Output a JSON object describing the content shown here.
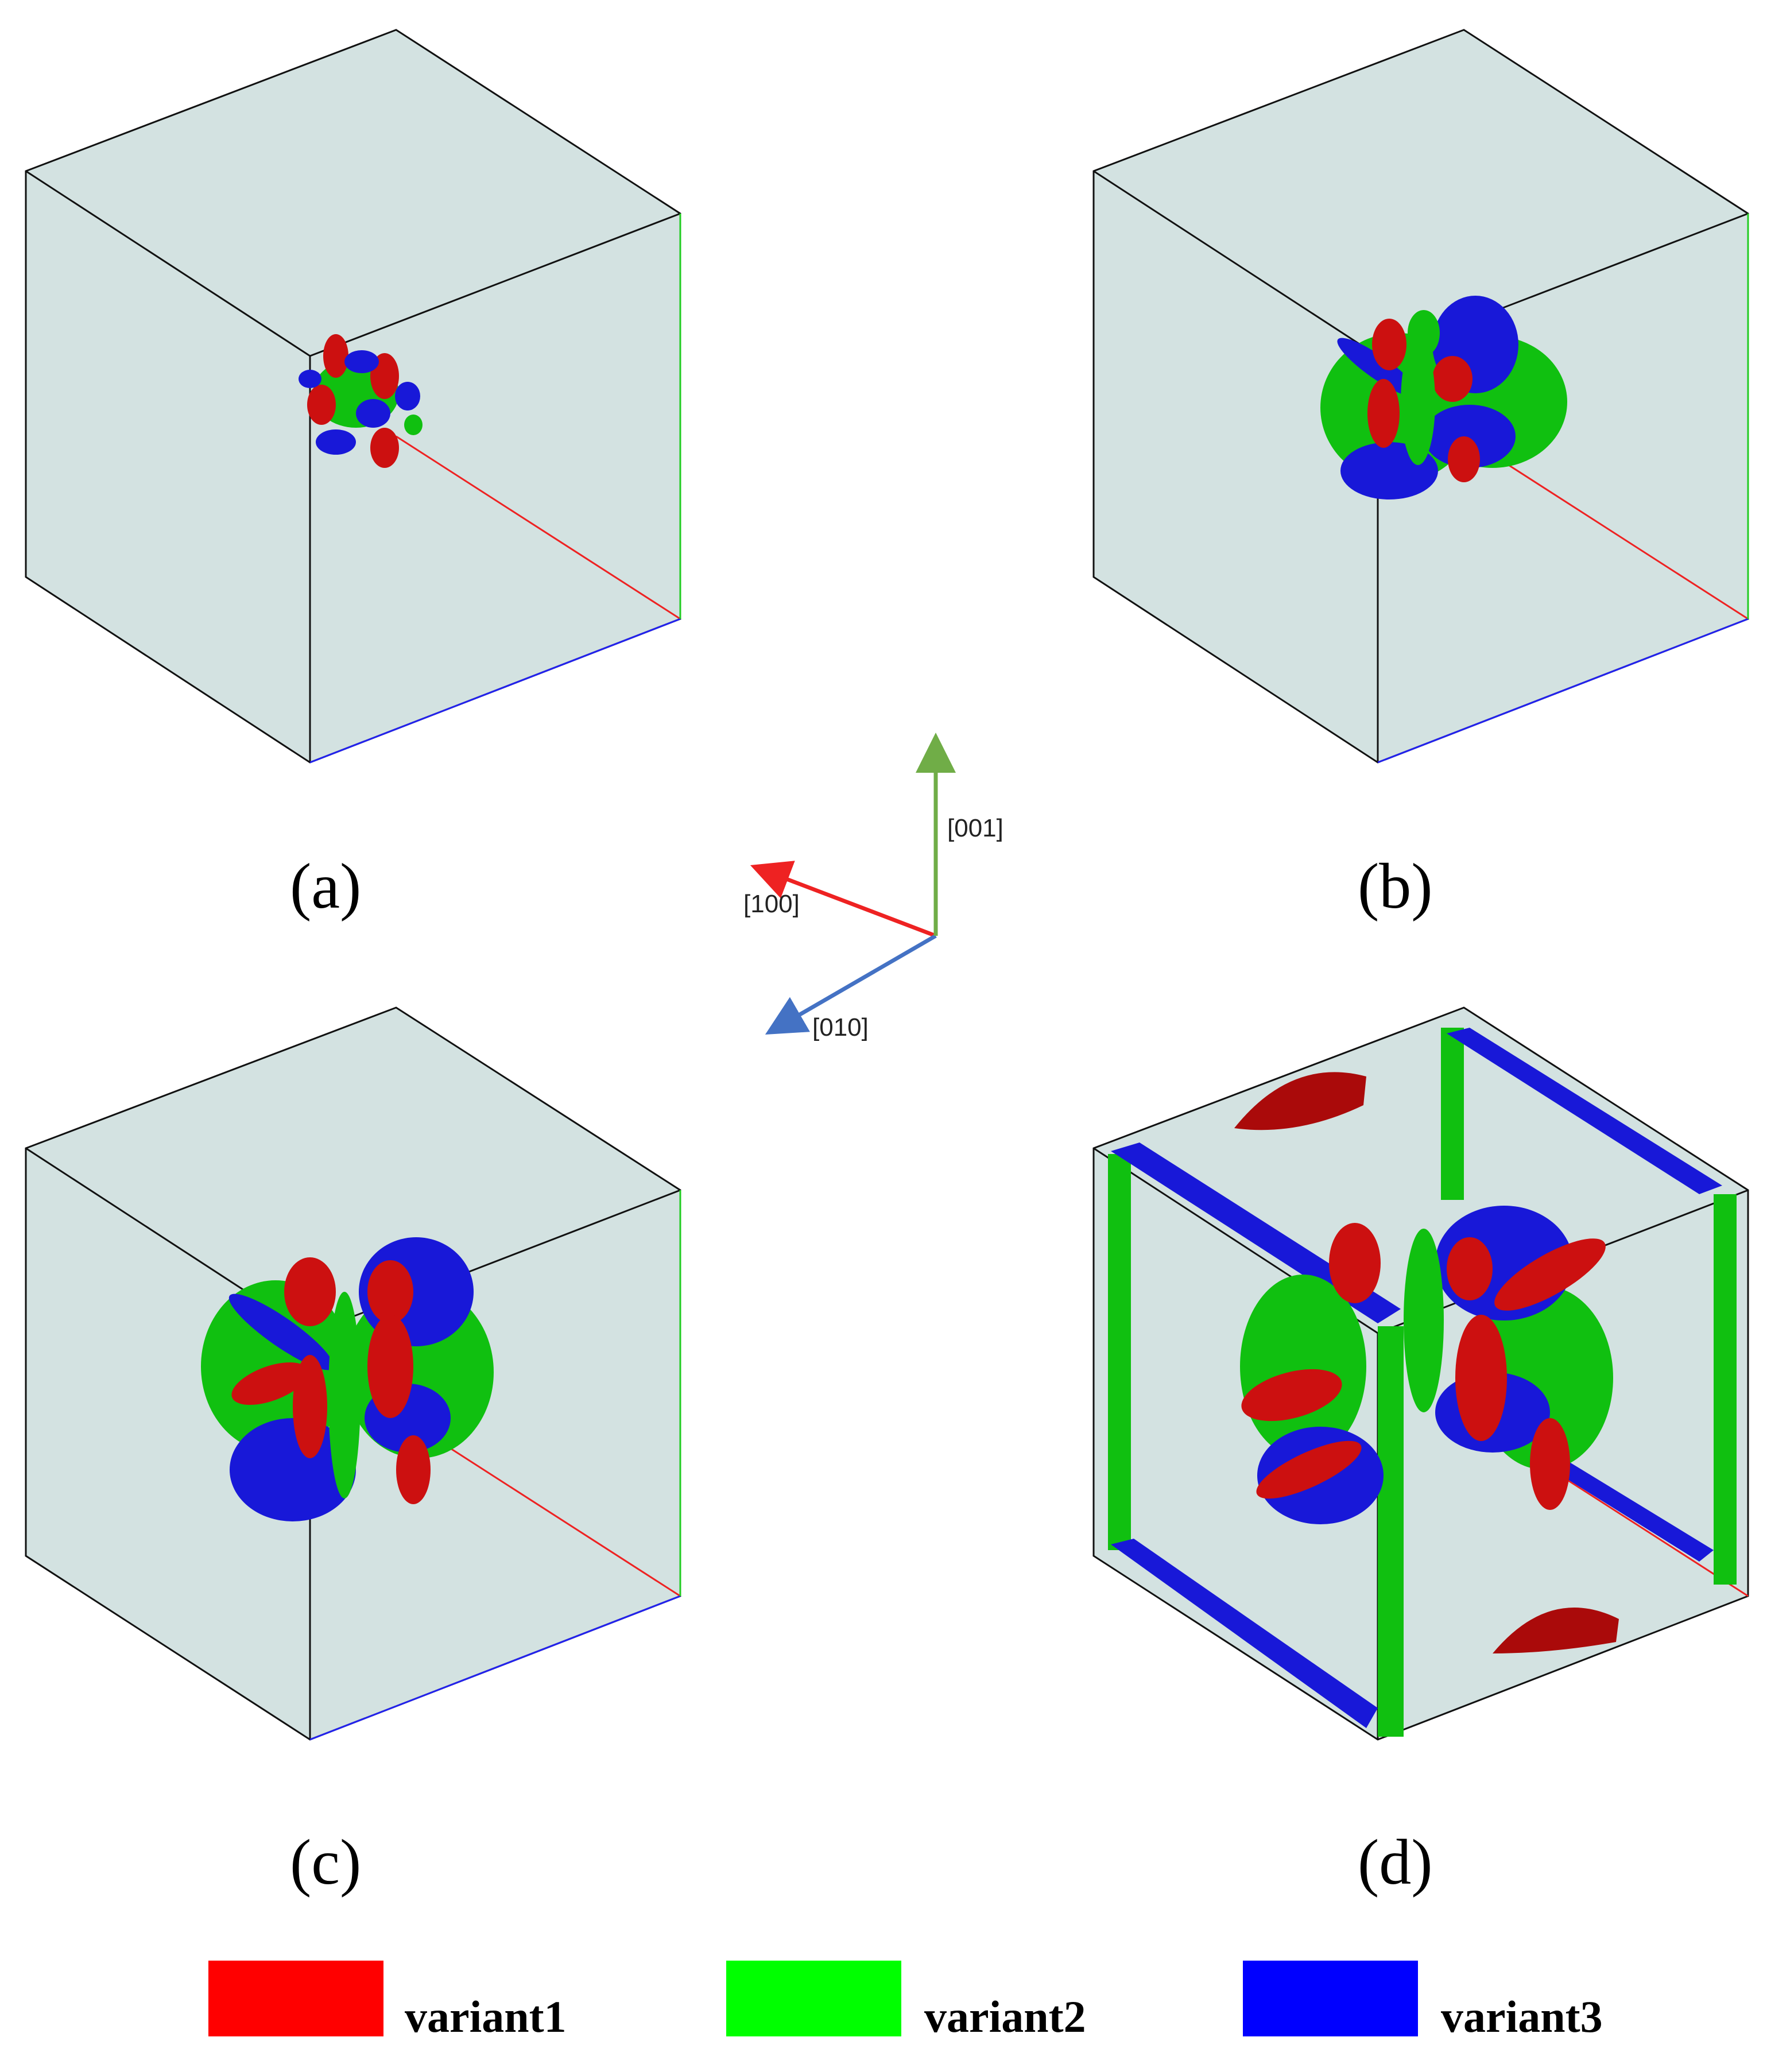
{
  "panels": [
    {
      "label": "(a)"
    },
    {
      "label": "(b)"
    },
    {
      "label": "(c)"
    },
    {
      "label": "(d)"
    }
  ],
  "axes": {
    "x_label": "[100]",
    "y_label": "[010]",
    "z_label": "[001]",
    "x_color": "#ee2222",
    "y_color": "#4472c4",
    "z_color": "#70ad47"
  },
  "legend": [
    {
      "name": "variant1",
      "color": "#ff0000"
    },
    {
      "name": "variant2",
      "color": "#00ff00"
    },
    {
      "name": "variant3",
      "color": "#0000ff"
    }
  ],
  "colors": {
    "box_fill": "#d3e2e1",
    "red_phase": "#cc1010",
    "green_phase": "#10c010",
    "blue_phase": "#1818d8"
  }
}
